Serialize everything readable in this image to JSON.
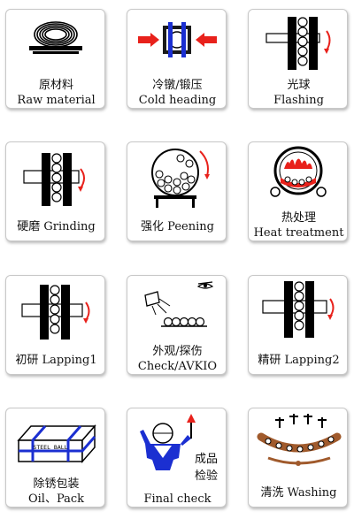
{
  "colors": {
    "red": "#e8211b",
    "blue": "#1b2fd1",
    "black": "#000000",
    "brown": "#a05a2c",
    "card_border": "#c8c8c8"
  },
  "steps": [
    {
      "icon": "wire-coil-icon",
      "line1": "原材料",
      "line2": "Raw material"
    },
    {
      "icon": "cold-heading-press-icon",
      "line1": "冷镦/锻压",
      "line2": "Cold heading"
    },
    {
      "icon": "flashing-plates-icon",
      "line1": "光球",
      "line2": "Flashing"
    },
    {
      "icon": "grinding-plates-icon",
      "line1": "硬磨 Grinding"
    },
    {
      "icon": "peening-drum-icon",
      "line1": "强化 Peening"
    },
    {
      "icon": "heat-treatment-furnace-icon",
      "line1": "热处理",
      "line2": "Heat treatment"
    },
    {
      "icon": "lapping-plates-icon",
      "line1": "初研 Lapping1"
    },
    {
      "icon": "inspection-lamp-eye-icon",
      "line1": "外观/探伤",
      "line2": "Check/AVKIO"
    },
    {
      "icon": "lapping-plates-icon",
      "line1": "精研 Lapping2"
    },
    {
      "icon": "steel-ball-box-icon",
      "line1": "除锈包装",
      "line2": "Oil、Pack",
      "box_text": "STEEL BALL"
    },
    {
      "icon": "inspector-icon",
      "line1": "Final check",
      "side1": "成品",
      "side2": "检验"
    },
    {
      "icon": "washing-conveyor-icon",
      "line1": "清洗 Washing"
    }
  ]
}
